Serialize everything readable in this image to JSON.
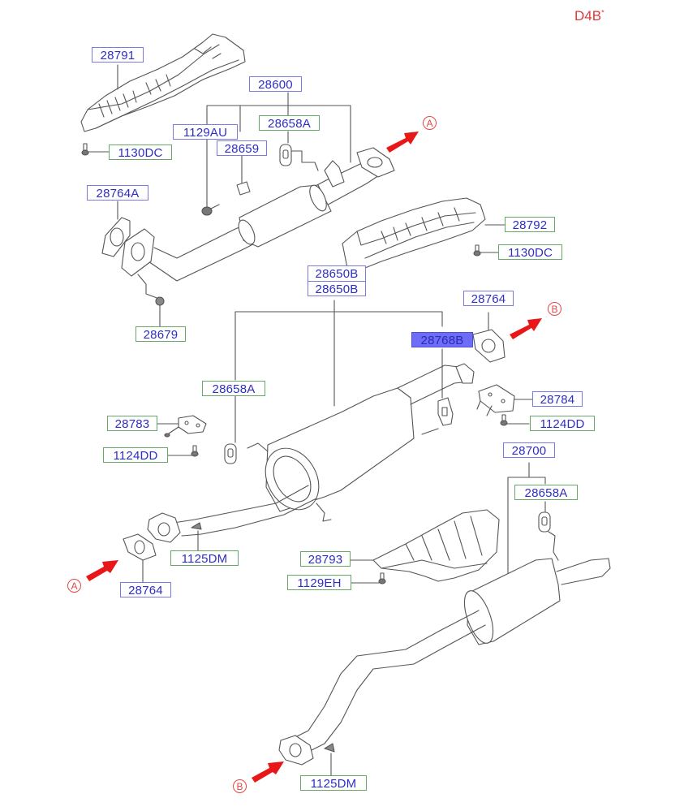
{
  "diagram": {
    "title_code": "D4B",
    "title_code_mark": "*",
    "description": "Exhaust system exploded parts diagram",
    "colors": {
      "part_label_text": "#2e2ec4",
      "assembly_border": "#7a7ae0",
      "component_border": "#66a866",
      "highlight_fill": "#6d6df7",
      "reference_red": "#e04848",
      "line_art": "#555555"
    },
    "references": {
      "a": "A",
      "b": "B"
    },
    "labels": {
      "heat_shield_front": "28791",
      "bolt_front_shield": "1130DC",
      "front_pipe_assy": "28600",
      "front_hanger": "28658A",
      "front_bolt": "1129AU",
      "front_spacer": "28659",
      "front_gasket": "28764A",
      "front_nut": "28679",
      "heat_shield_center": "28792",
      "bolt_center_shield": "1130DC",
      "center_muffler_assy_1": "28650B",
      "center_muffler_assy_2": "28650B",
      "center_gasket_b": "28764",
      "center_rubber_hanger": "28768B",
      "center_hanger": "28658A",
      "bracket_rear": "28784",
      "bolt_bracket_rear": "1124DD",
      "bracket_front": "28783",
      "bolt_bracket_front": "1124DD",
      "center_connect_bolt": "1125DM",
      "center_gasket_a": "28764",
      "rear_muffler_assy": "28700",
      "rear_hanger": "28658A",
      "heat_shield_rear": "28793",
      "bolt_rear_shield": "1129EH",
      "rear_connect_bolt": "1125DM"
    }
  }
}
